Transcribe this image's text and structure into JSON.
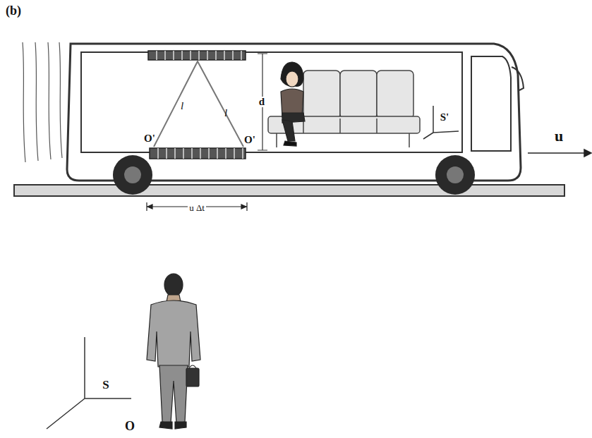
{
  "diagram": {
    "labels": [
      "(b)",
      "l",
      "l",
      "d",
      "O'",
      "O'",
      "S'",
      "u",
      "u Δt",
      "S",
      "O"
    ]
  }
}
